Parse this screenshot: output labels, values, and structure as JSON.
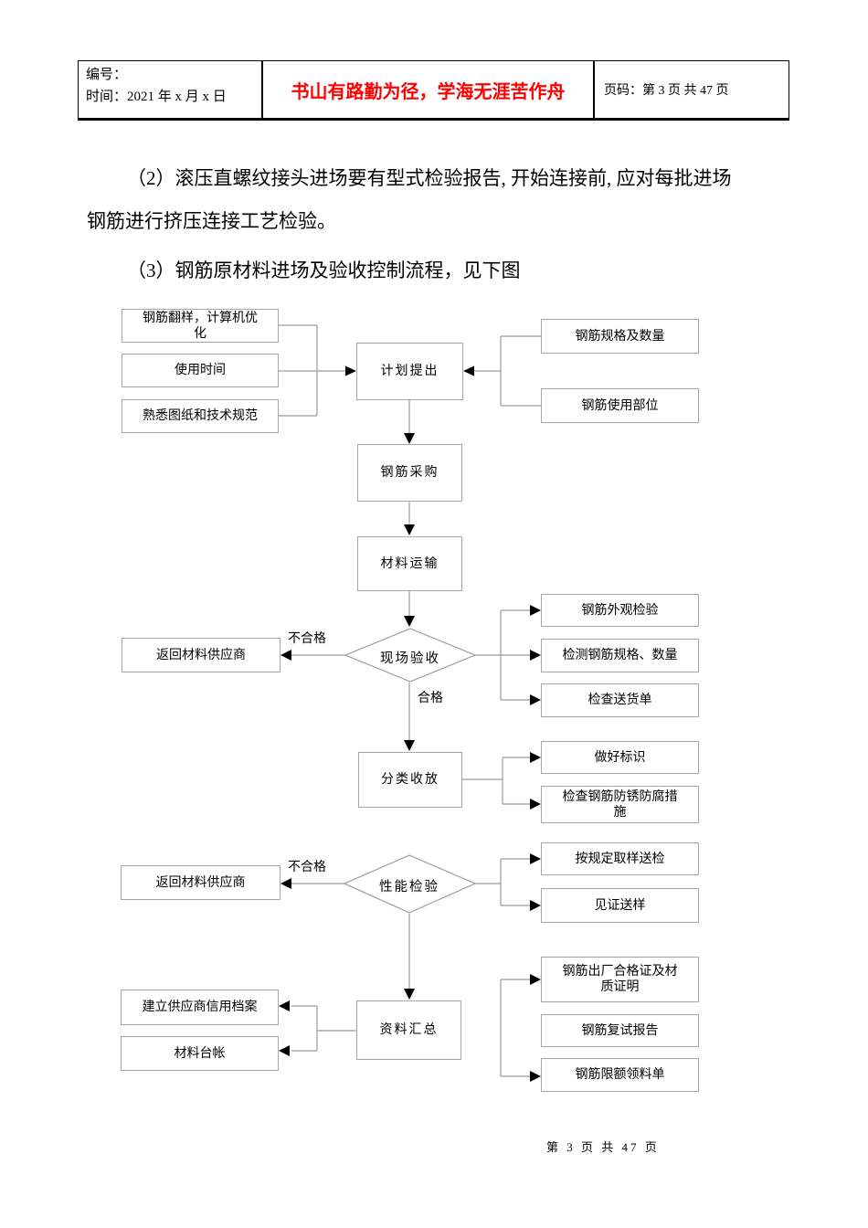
{
  "header": {
    "doc_number_label": "编号：",
    "date_line": "时间：2021 年 x 月 x 日",
    "motto": "书山有路勤为径，学海无涯苦作舟",
    "motto_color": "#ff0000",
    "page_info": "页码：第 3 页  共 47 页"
  },
  "body": {
    "paragraph2_line1": "（2）滚压直螺纹接头进场要有型式检验报告, 开始连接前, 应对每批进场",
    "paragraph2_line2": "钢筋进行挤压连接工艺检验。",
    "paragraph3": "（3）钢筋原材料进场及验收控制流程，见下图"
  },
  "flowchart": {
    "nodes": {
      "rebar_detailing": "钢筋翻样，计算机优化",
      "usage_time": "使用时间",
      "drawings_specs": "熟悉图纸和技术规范",
      "plan_proposal": "计划提出",
      "rebar_spec_quantity": "钢筋规格及数量",
      "rebar_usage_location": "钢筋使用部位",
      "rebar_purchase": "钢筋采购",
      "material_transport": "材料运输",
      "site_acceptance": "现场验收",
      "return_supplier_1": "返回材料供应商",
      "appearance_inspection": "钢筋外观检验",
      "check_spec_quantity": "检测钢筋规格、数量",
      "check_delivery_note": "检查送货单",
      "sorted_storage": "分类收放",
      "marking": "做好标识",
      "rust_protection": "检查钢筋防锈防腐措施",
      "performance_test": "性能检验",
      "return_supplier_2": "返回材料供应商",
      "sampling_inspection": "按规定取样送检",
      "witness_sampling": "见证送样",
      "data_summary": "资料汇总",
      "supplier_credit_file": "建立供应商信用档案",
      "material_ledger": "材料台帐",
      "mill_certificate": "钢筋出厂合格证及材质证明",
      "retest_report": "钢筋复试报告",
      "quota_requisition": "钢筋限额领料单"
    },
    "edge_labels": {
      "fail_1": "不合格",
      "pass_1": "合格",
      "fail_2": "不合格"
    }
  },
  "footer": {
    "page_number": "第 3 页 共 47 页"
  }
}
